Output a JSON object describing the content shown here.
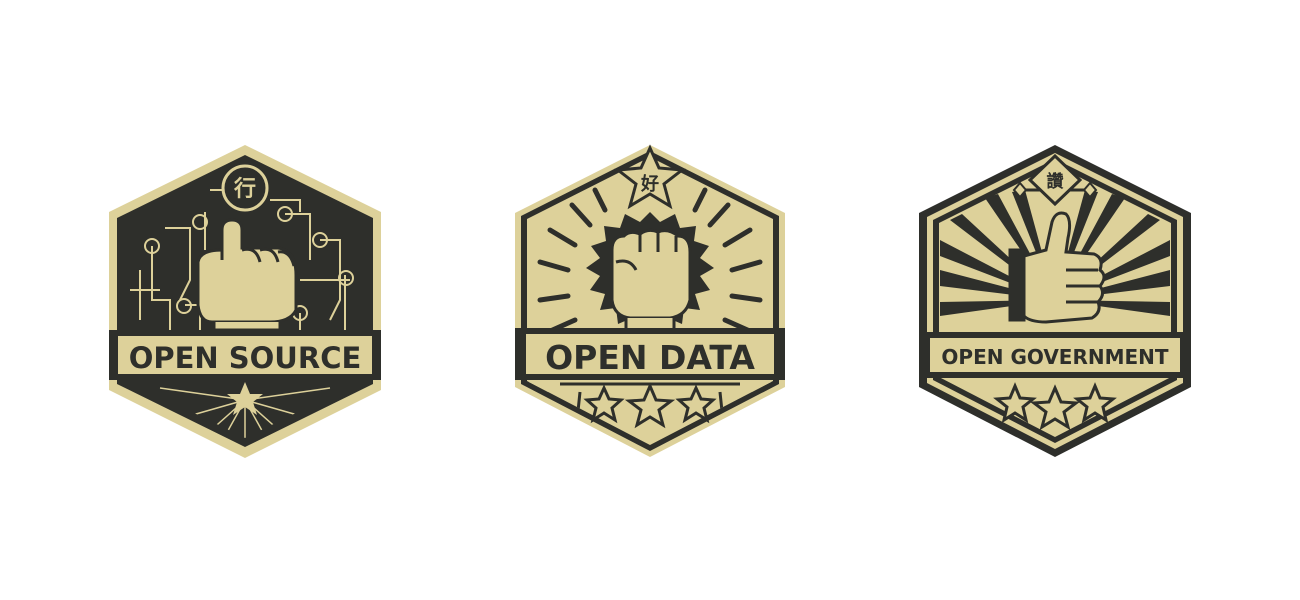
{
  "colors": {
    "dark": "#2e2f2b",
    "cream": "#ddd19a",
    "background": "#ffffff"
  },
  "badges": [
    {
      "label": "OPEN SOURCE",
      "emblem_char": "行",
      "hand": "pointing-fist-icon",
      "theme": "circuit-board"
    },
    {
      "label": "OPEN DATA",
      "emblem_char": "好",
      "hand": "raised-fist-icon",
      "theme": "sunburst"
    },
    {
      "label": "OPEN GOVERNMENT",
      "emblem_char": "讚",
      "hand": "thumbs-up-icon",
      "theme": "sunrays"
    }
  ]
}
